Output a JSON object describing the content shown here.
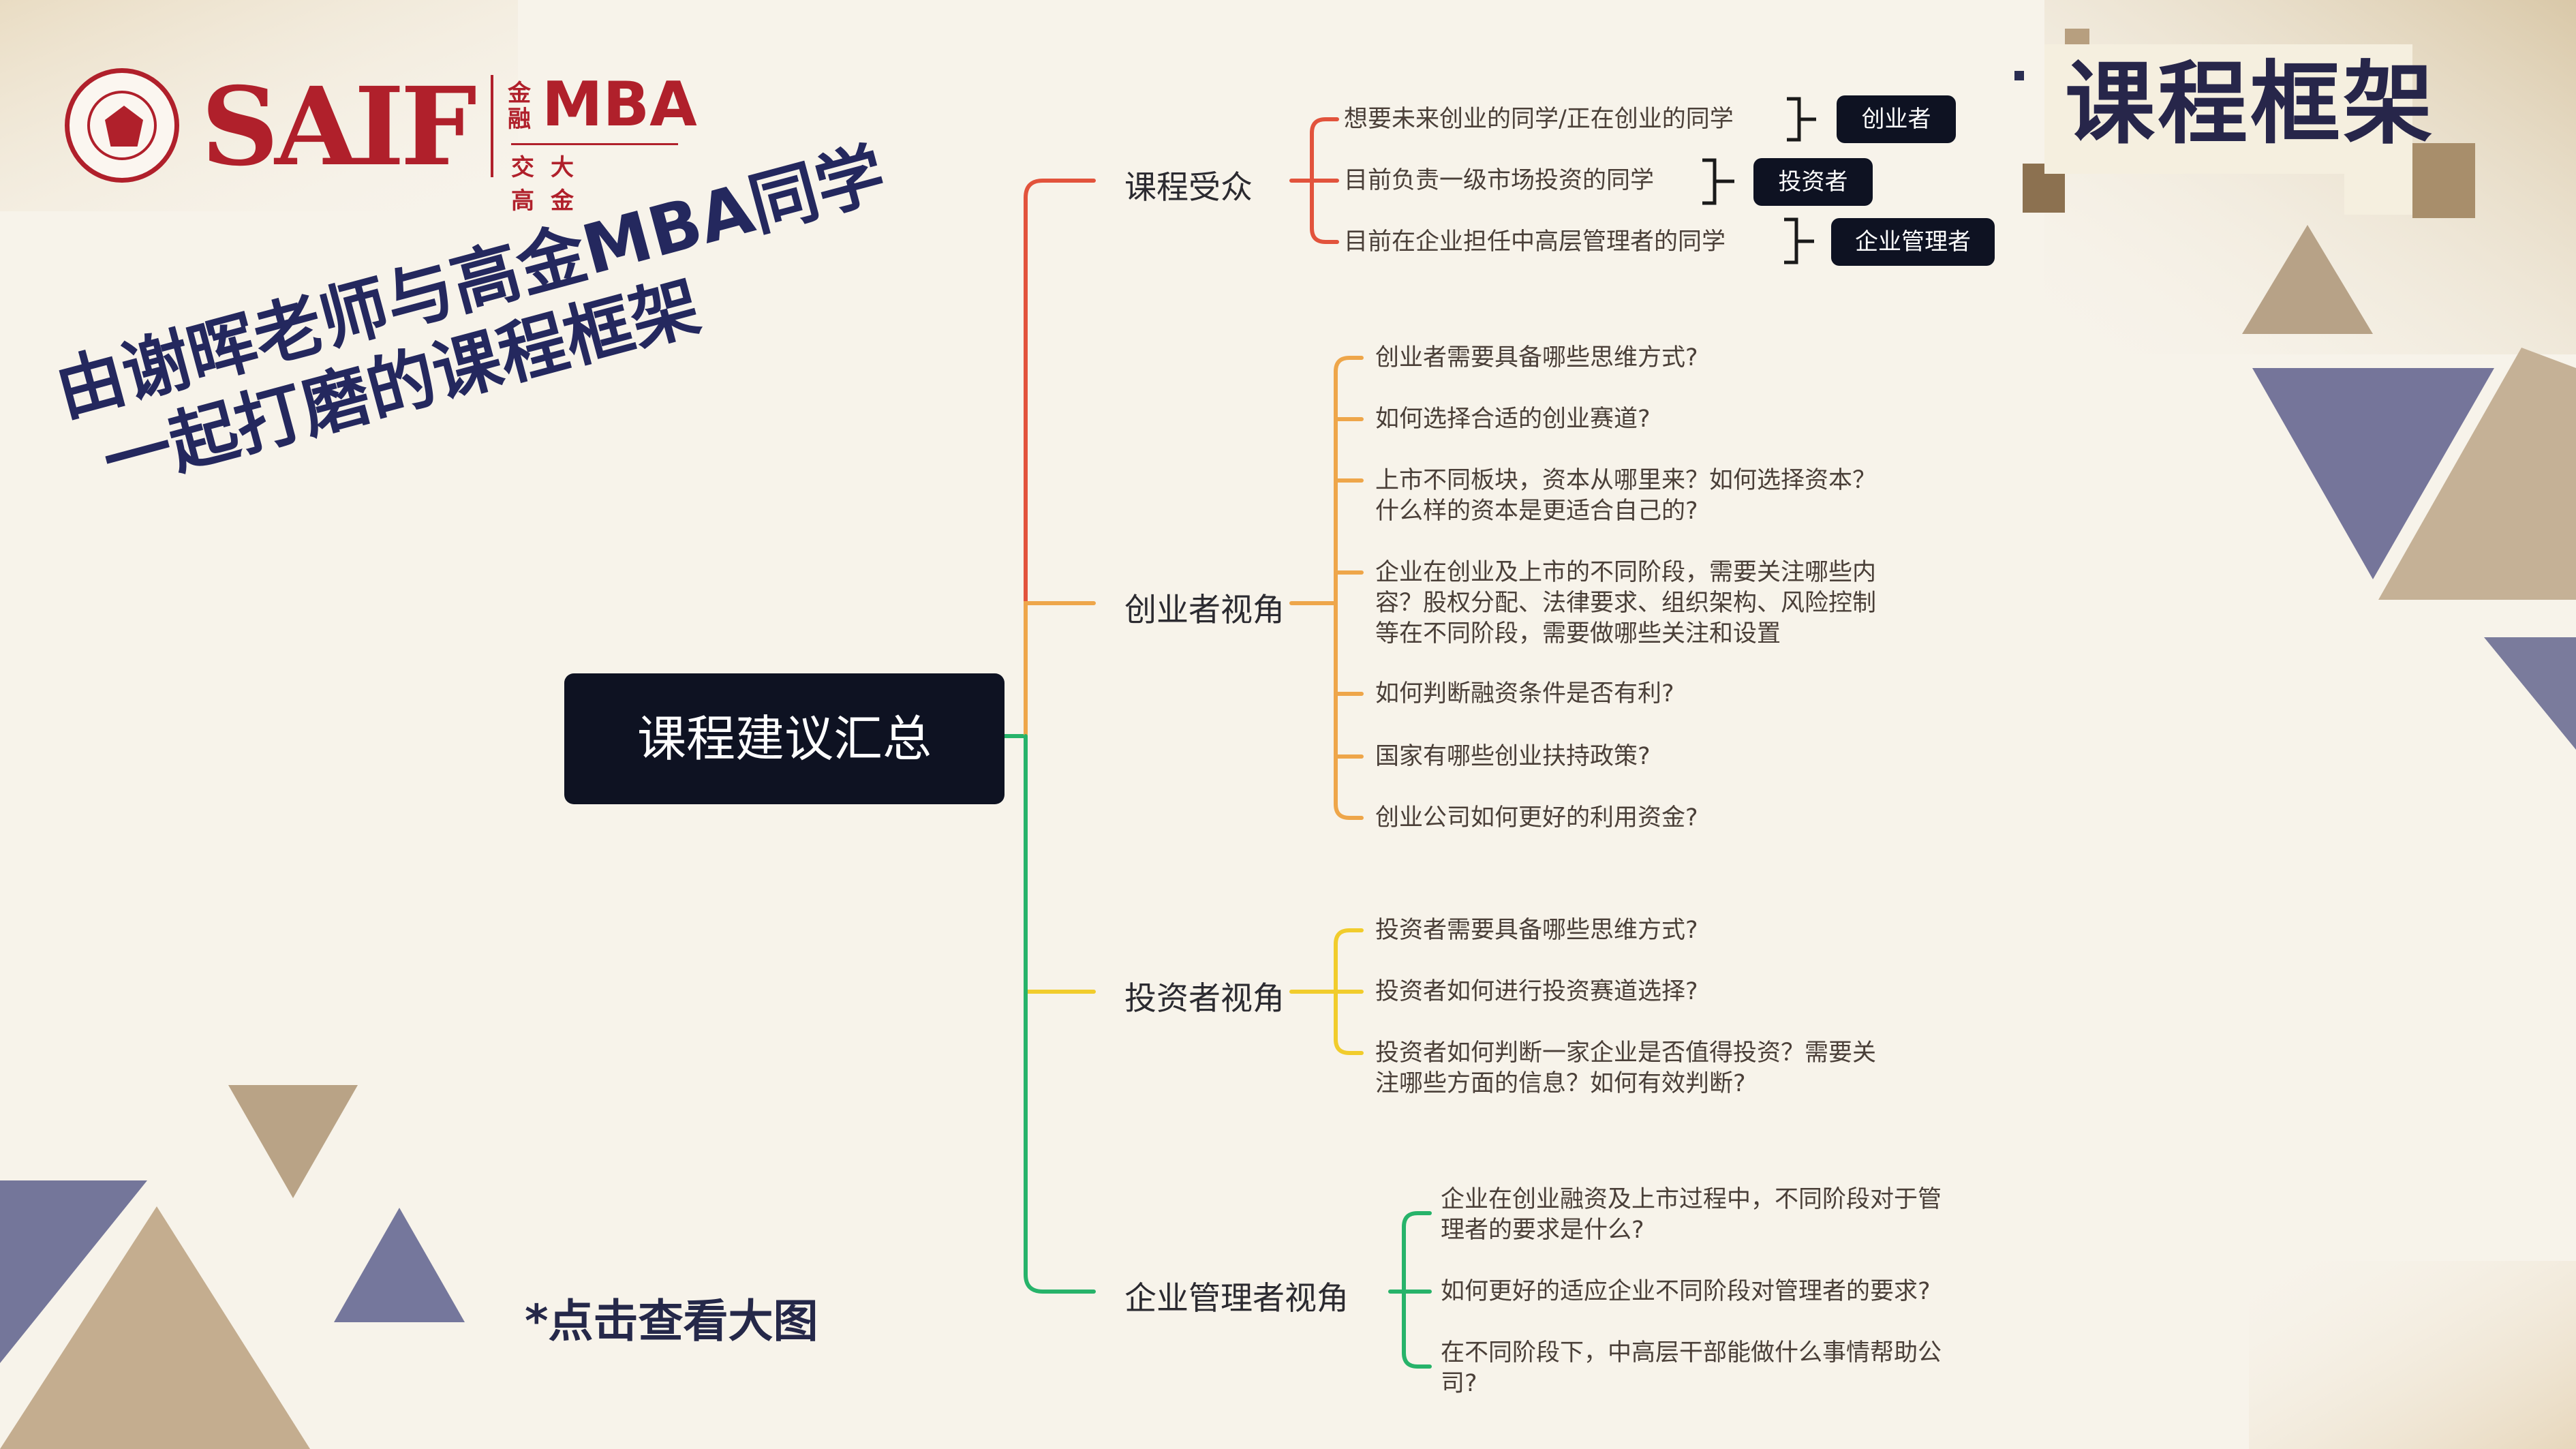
{
  "logo": {
    "brand": "SAIF",
    "program_top": "金融",
    "program": "MBA",
    "program_sub": "交大高金"
  },
  "page_title": "课程框架",
  "slogan": {
    "line1": "由谢晖老师与高金MBA同学",
    "line2": "一起打磨的课程框架"
  },
  "click_note": "*点击查看大图",
  "mindmap": {
    "root": "课程建议汇总",
    "branches": [
      {
        "label": "课程受众",
        "color": "#e2533c",
        "items": [
          {
            "text": "想要未来创业的同学/正在创业的同学",
            "tag": "创业者"
          },
          {
            "text": "目前负责一级市场投资的同学",
            "tag": "投资者"
          },
          {
            "text": "目前在企业担任中高层管理者的同学",
            "tag": "企业管理者"
          }
        ]
      },
      {
        "label": "创业者视角",
        "color": "#eea64a",
        "items": [
          {
            "text": "创业者需要具备哪些思维方式?"
          },
          {
            "text": "如何选择合适的创业赛道?"
          },
          {
            "text": "上市不同板块，资本从哪里来？如何选择资本？",
            "text2": "什么样的资本是更适合自己的?"
          },
          {
            "text": "企业在创业及上市的不同阶段，需要关注哪些内",
            "text2": "容？股权分配、法律要求、组织架构、风险控制",
            "text3": "等在不同阶段，需要做哪些关注和设置"
          },
          {
            "text": "如何判断融资条件是否有利?"
          },
          {
            "text": "国家有哪些创业扶持政策?"
          },
          {
            "text": "创业公司如何更好的利用资金?"
          }
        ]
      },
      {
        "label": "投资者视角",
        "color": "#f1cc2c",
        "items": [
          {
            "text": "投资者需要具备哪些思维方式?"
          },
          {
            "text": "投资者如何进行投资赛道选择?"
          },
          {
            "text": "投资者如何判断一家企业是否值得投资？需要关",
            "text2": "注哪些方面的信息？如何有效判断?"
          }
        ]
      },
      {
        "label": "企业管理者视角",
        "color": "#27b36a",
        "items": [
          {
            "text": "企业在创业融资及上市过程中，不同阶段对于管",
            "text2": "理者的要求是什么?"
          },
          {
            "text": "如何更好的适应企业不同阶段对管理者的要求?"
          },
          {
            "text": "在不同阶段下，中高层干部能做什么事情帮助公",
            "text2": "司?"
          }
        ]
      }
    ]
  },
  "colors": {
    "navy": "#24285e",
    "tan": "#bca58a",
    "slate": "#767799",
    "brand_red": "#b0202b"
  }
}
